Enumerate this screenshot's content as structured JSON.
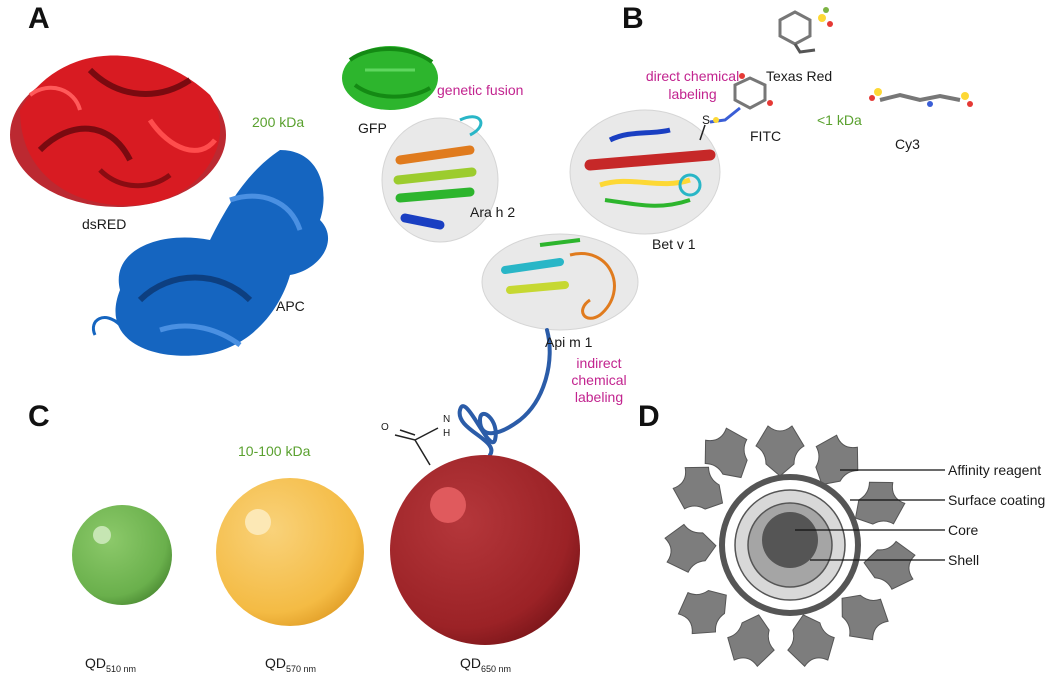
{
  "panels": {
    "a": "A",
    "b": "B",
    "c": "C",
    "d": "D"
  },
  "labels": {
    "dsred": "dsRED",
    "apc": "APC",
    "size_a": "200 kDa",
    "gfp": "GFP",
    "genetic_fusion": "genetic fusion",
    "arah2": "Ara h 2",
    "direct_line1": "direct chemical",
    "direct_line2": "labeling",
    "texas_red": "Texas Red",
    "fitc": "FITC",
    "size_b": "<1 kDa",
    "cy3": "Cy3",
    "betv1": "Bet v 1",
    "apim1": "Api m 1",
    "s_atom": "S",
    "indirect_line1": "indirect",
    "indirect_line2": "chemical",
    "indirect_line3": "labeling",
    "size_c": "10-100 kDa",
    "o_atom": "O",
    "n_atom": "N",
    "h_atom": "H",
    "qd1_main": "QD",
    "qd1_sub": "510 nm",
    "qd2_main": "QD",
    "qd2_sub": "570 nm",
    "qd3_main": "QD",
    "qd3_sub": "650 nm",
    "affinity": "Affinity reagent",
    "surface": "Surface coating",
    "core": "Core",
    "shell": "Shell"
  },
  "colors": {
    "dsred": "#c8141c",
    "apc": "#1565c0",
    "gfp": "#2db52d",
    "pink_text": "#c2248f",
    "green_text": "#5aa12f",
    "qd_green": "#6ab04c",
    "qd_yellow": "#f4bb44",
    "qd_red": "#9b2226",
    "linker": "#2b5ca8",
    "affinity_grey": "#7d7d7d"
  }
}
